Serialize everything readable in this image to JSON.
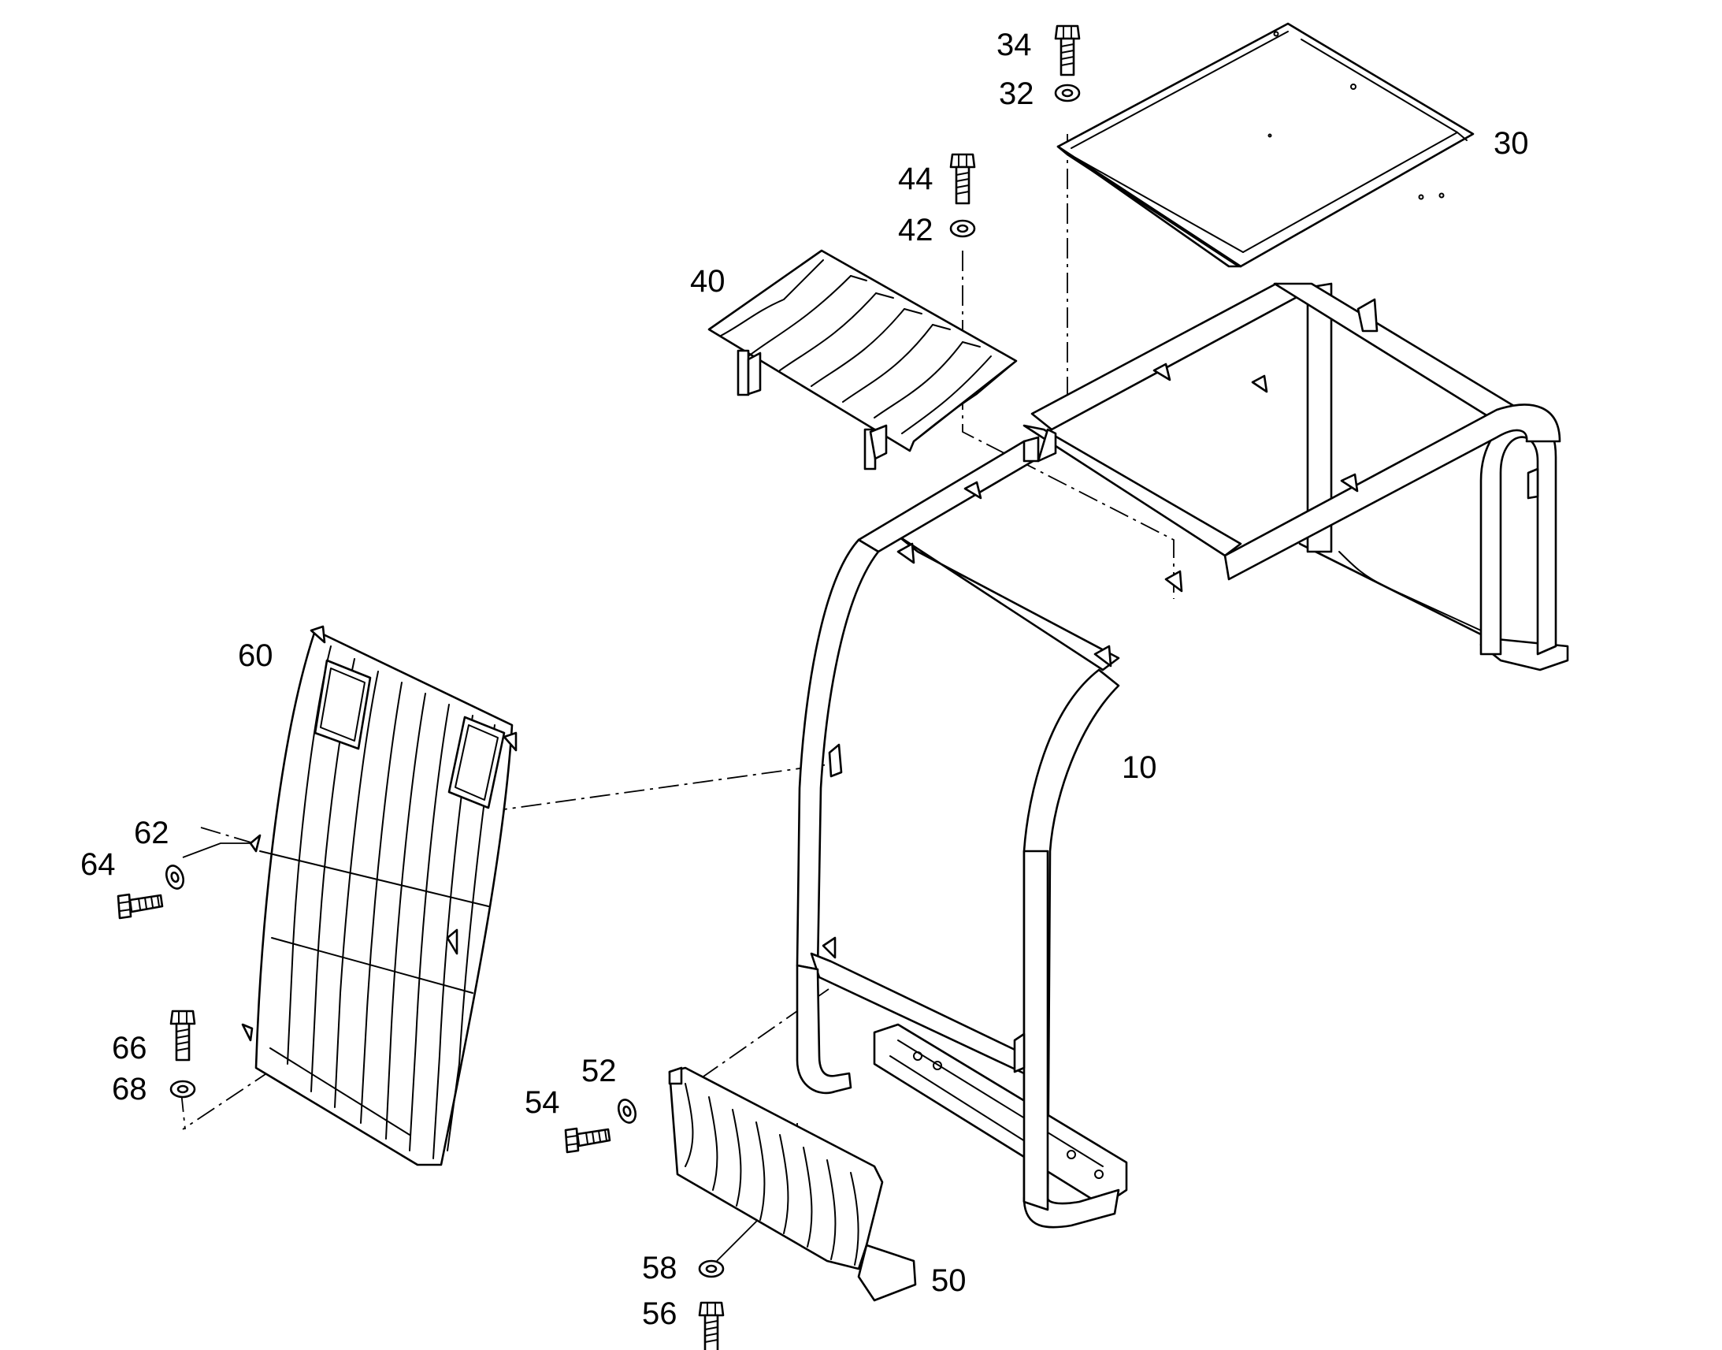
{
  "diagram": {
    "parts": [
      {
        "id": "tube-frame",
        "number": "10"
      },
      {
        "id": "roof-panel",
        "number": "30"
      },
      {
        "id": "roof-washer",
        "number": "32"
      },
      {
        "id": "roof-bolt",
        "number": "34"
      },
      {
        "id": "top-grille",
        "number": "40"
      },
      {
        "id": "top-grille-washer",
        "number": "42"
      },
      {
        "id": "top-grille-bolt",
        "number": "44"
      },
      {
        "id": "lower-grille",
        "number": "50"
      },
      {
        "id": "lower-grille-washer-front",
        "number": "52"
      },
      {
        "id": "lower-grille-bolt-front",
        "number": "54"
      },
      {
        "id": "lower-grille-bolt-bottom",
        "number": "56"
      },
      {
        "id": "lower-grille-washer-bottom",
        "number": "58"
      },
      {
        "id": "front-grille",
        "number": "60"
      },
      {
        "id": "front-grille-washer-side",
        "number": "62"
      },
      {
        "id": "front-grille-bolt-side",
        "number": "64"
      },
      {
        "id": "front-grille-bolt-bottom",
        "number": "66"
      },
      {
        "id": "front-grille-washer-bottom",
        "number": "68"
      }
    ],
    "colors": {
      "line": "#000000",
      "background": "#ffffff"
    }
  }
}
